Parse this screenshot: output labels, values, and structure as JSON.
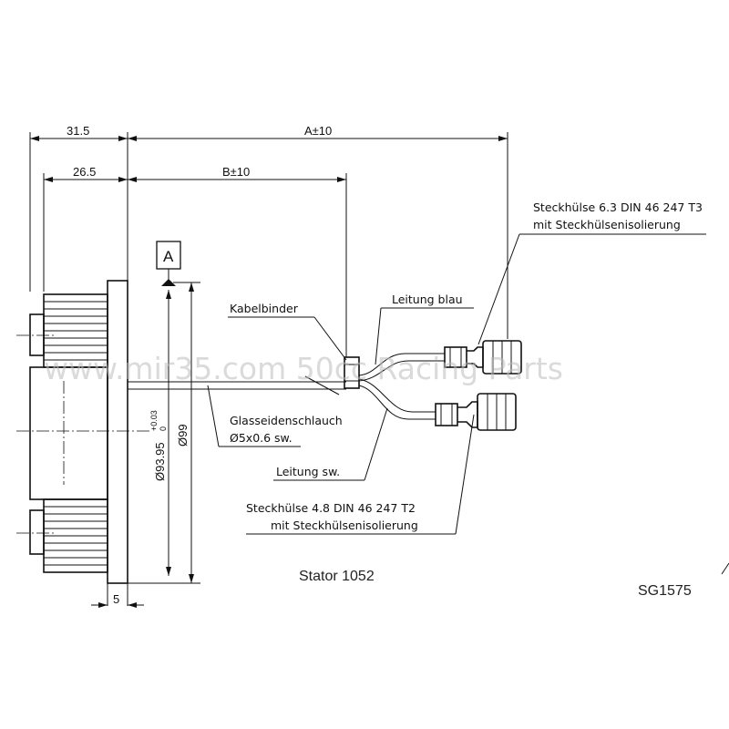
{
  "diagram": {
    "dimensions": {
      "d_31_5": "31.5",
      "d_a": "A±10",
      "d_26_5": "26.5",
      "d_b": "B±10",
      "d_5": "5",
      "d_99": "Ø99",
      "d_93_95": "Ø93.95",
      "d_tol_upper": "+0.03",
      "d_tol_lower": "0"
    },
    "datum_label": "A",
    "labels": {
      "kabelbinder": "Kabelbinder",
      "leitung_blau": "Leitung blau",
      "glasseiden_1": "Glasseidenschlauch",
      "glasseiden_2": "Ø5x0.6 sw.",
      "leitung_sw": "Leitung sw.",
      "t3_line1": "Steckhülse 6.3 DIN 46 247 T3",
      "t3_line2": "mit Steckhülsenisolierung",
      "t2_line1": "Steckhülse 4.8 DIN 46 247 T2",
      "t2_line2": "mit Steckhülsenisolierung"
    },
    "caption": "Stator 1052",
    "drawing_number": "SG1575",
    "watermark": "www.mir35.com 50cc Racing Parts"
  }
}
